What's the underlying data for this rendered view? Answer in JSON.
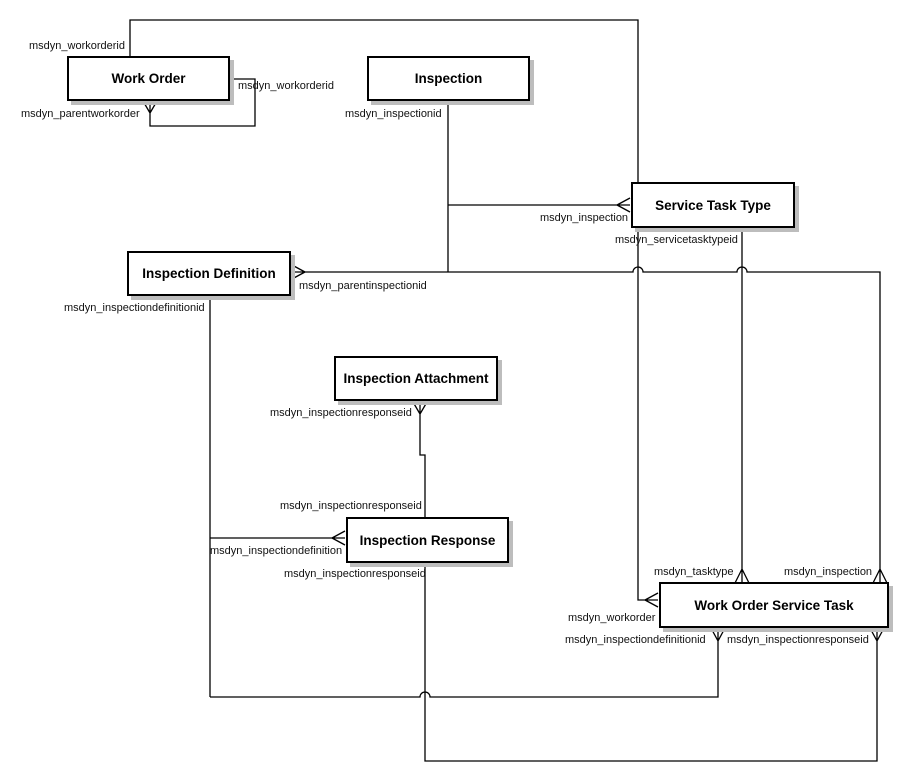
{
  "diagram": {
    "entities": [
      {
        "id": "work-order",
        "title": "Work Order"
      },
      {
        "id": "inspection",
        "title": "Inspection"
      },
      {
        "id": "service-task-type",
        "title": "Service Task Type"
      },
      {
        "id": "inspection-definition",
        "title": "Inspection Definition"
      },
      {
        "id": "inspection-attachment",
        "title": "Inspection Attachment"
      },
      {
        "id": "inspection-response",
        "title": "Inspection Response"
      },
      {
        "id": "work-order-service-task",
        "title": "Work Order Service Task"
      }
    ],
    "relationships": [
      {
        "id": "work-order-self",
        "from": "work-order",
        "to": "work-order",
        "labels": [
          "msdyn_workorderid",
          "msdyn_parentworkorder"
        ]
      },
      {
        "id": "service-task-to-work-order",
        "from": "work-order-service-task",
        "to": "work-order",
        "labels": [
          "msdyn_workorder",
          "msdyn_workorderid"
        ]
      },
      {
        "id": "task-type-to-inspection",
        "from": "service-task-type",
        "to": "inspection",
        "labels": [
          "msdyn_inspection",
          "msdyn_inspectionid"
        ]
      },
      {
        "id": "definition-to-parent-inspection",
        "from": "inspection-definition",
        "to": "inspection",
        "labels": [
          "msdyn_parentinspectionid"
        ]
      },
      {
        "id": "service-task-to-inspection",
        "from": "work-order-service-task",
        "to": "inspection",
        "labels": [
          "msdyn_inspection"
        ]
      },
      {
        "id": "service-task-to-task-type",
        "from": "work-order-service-task",
        "to": "service-task-type",
        "labels": [
          "msdyn_tasktype",
          "msdyn_servicetasktypeid"
        ]
      },
      {
        "id": "response-to-definition",
        "from": "inspection-response",
        "to": "inspection-definition",
        "labels": [
          "msdyn_inspectiondefinition",
          "msdyn_inspectiondefinitionid"
        ]
      },
      {
        "id": "service-task-to-definition",
        "from": "work-order-service-task",
        "to": "inspection-definition",
        "labels": [
          "msdyn_inspectiondefinitionid"
        ]
      },
      {
        "id": "attachment-to-response",
        "from": "inspection-attachment",
        "to": "inspection-response",
        "labels": [
          "msdyn_inspectionresponseid",
          "msdyn_inspectionresponseid"
        ]
      },
      {
        "id": "service-task-to-response",
        "from": "work-order-service-task",
        "to": "inspection-response",
        "labels": [
          "msdyn_inspectionresponseid",
          "msdyn_inspectionresponseid"
        ]
      }
    ],
    "colors": {
      "line": "#000000",
      "entity_fill": "#ffffff",
      "entity_border": "#000000",
      "entity_shadow": "#bdbdbd",
      "label_text": "#111111",
      "background": "#ffffff"
    }
  }
}
